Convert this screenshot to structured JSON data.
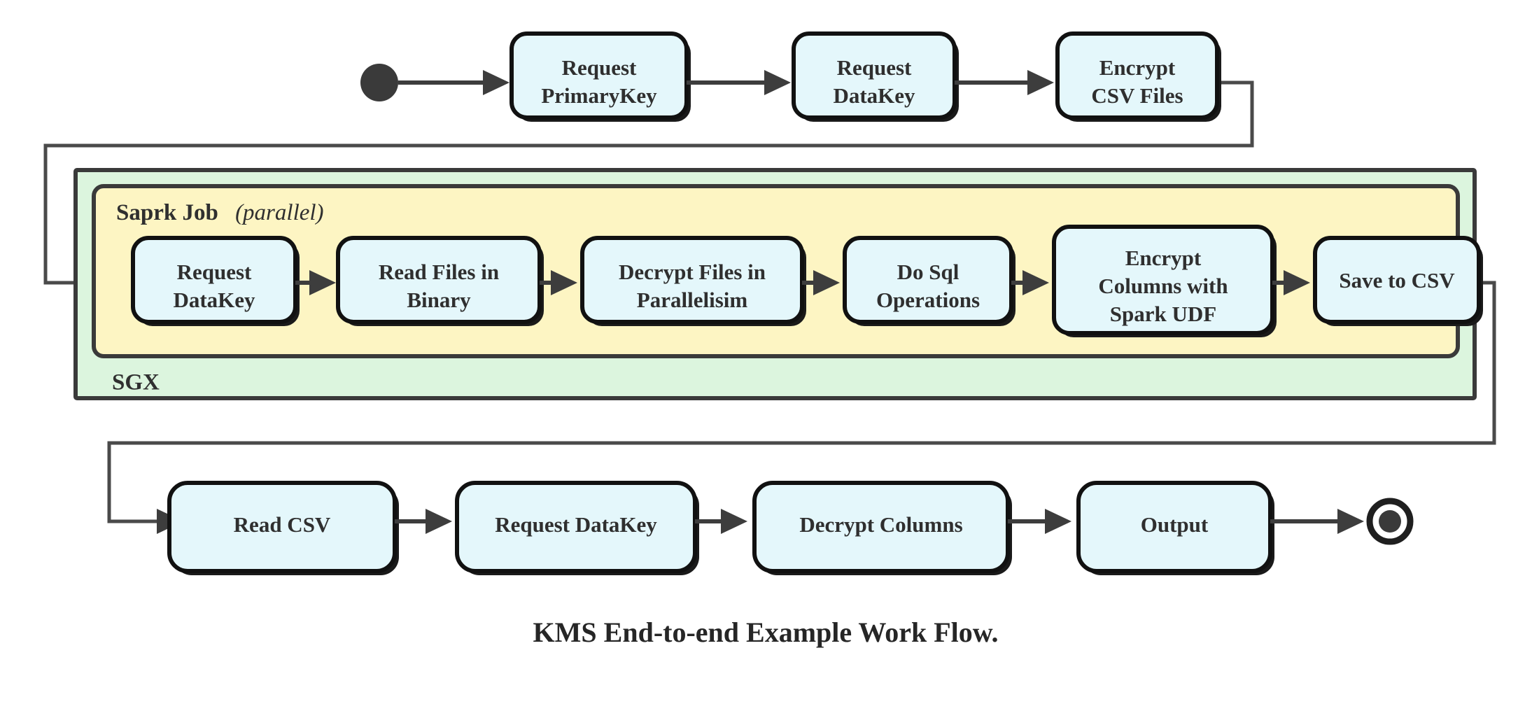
{
  "caption": "KMS End-to-end Example Work Flow.",
  "colors": {
    "node_fill": "#e4f7fb",
    "node_stroke": "#111111",
    "sgx_container_fill": "#dcf5de",
    "spark_container_fill": "#fdf5c3",
    "container_stroke": "#3a3a3a",
    "line": "#3d3d3d",
    "text": "#2f2f2f",
    "start_node": "#3a3a3a",
    "end_node": "#1f1f1f",
    "background": "#ffffff"
  },
  "markers": {
    "start": "filled-circle",
    "end": "donut-circle"
  },
  "containers": {
    "sgx": {
      "label": "SGX",
      "label_position": "bottom-left"
    },
    "spark": {
      "label_bold": "Saprk Job",
      "label_italic": "(parallel)",
      "label_position": "top-left"
    }
  },
  "rows": {
    "top": {
      "nodes": [
        {
          "id": "request-primarykey",
          "lines": [
            "Request",
            "PrimaryKey"
          ]
        },
        {
          "id": "request-datakey-top",
          "lines": [
            "Request",
            "DataKey"
          ]
        },
        {
          "id": "encrypt-csv-files",
          "lines": [
            "Encrypt",
            "CSV Files"
          ]
        }
      ]
    },
    "middle": {
      "nodes": [
        {
          "id": "request-datakey-mid",
          "lines": [
            "Request",
            "DataKey"
          ]
        },
        {
          "id": "read-files-in-binary",
          "lines": [
            "Read Files in",
            "Binary"
          ]
        },
        {
          "id": "decrypt-files-in-parallelisim",
          "lines": [
            "Decrypt Files in",
            "Parallelisim"
          ]
        },
        {
          "id": "do-sql-operations",
          "lines": [
            "Do Sql",
            "Operations"
          ]
        },
        {
          "id": "encrypt-columns-with-spark-udf",
          "lines": [
            "Encrypt",
            "Columns with",
            "Spark UDF"
          ]
        },
        {
          "id": "save-to-csv",
          "lines": [
            "Save to CSV"
          ]
        }
      ]
    },
    "bottom": {
      "nodes": [
        {
          "id": "read-csv",
          "lines": [
            "Read CSV"
          ]
        },
        {
          "id": "request-datakey-bottom",
          "lines": [
            "Request DataKey"
          ]
        },
        {
          "id": "decrypt-columns",
          "lines": [
            "Decrypt Columns"
          ]
        },
        {
          "id": "output",
          "lines": [
            "Output"
          ]
        }
      ]
    }
  }
}
